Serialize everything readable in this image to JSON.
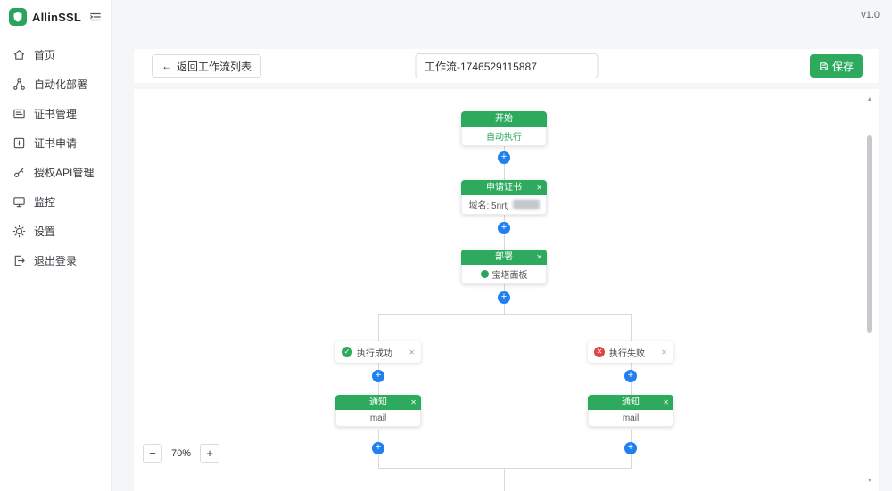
{
  "app": {
    "name": "AllinSSL",
    "version": "v1.0"
  },
  "icons": {
    "back_arrow": "←",
    "close": "✕",
    "plus": "+",
    "minus": "−",
    "check": "✓",
    "cross": "✕",
    "scroll_up": "▲",
    "scroll_down": "▼"
  },
  "sidebar": {
    "items": [
      {
        "label": "首页"
      },
      {
        "label": "自动化部署"
      },
      {
        "label": "证书管理"
      },
      {
        "label": "证书申请"
      },
      {
        "label": "授权API管理"
      },
      {
        "label": "监控"
      },
      {
        "label": "设置"
      },
      {
        "label": "退出登录"
      }
    ]
  },
  "toolbar": {
    "back_label": "返回工作流列表",
    "workflow_name": "工作流-1746529115887",
    "save_label": "保存"
  },
  "canvas": {
    "start": {
      "title": "开始",
      "body": "自动执行"
    },
    "apply": {
      "title": "申请证书",
      "domain": "域名: 5nrtj"
    },
    "deploy": {
      "title": "部署",
      "body": "宝塔面板"
    },
    "branch": {
      "success": "执行成功",
      "fail": "执行失败"
    },
    "notify": {
      "title": "通知",
      "body": "mail"
    },
    "zoom_level": "70%"
  },
  "colors": {
    "green": "#2eaa5e",
    "blue": "#2080f0",
    "red": "#e04545",
    "line": "#d9d9d9"
  }
}
